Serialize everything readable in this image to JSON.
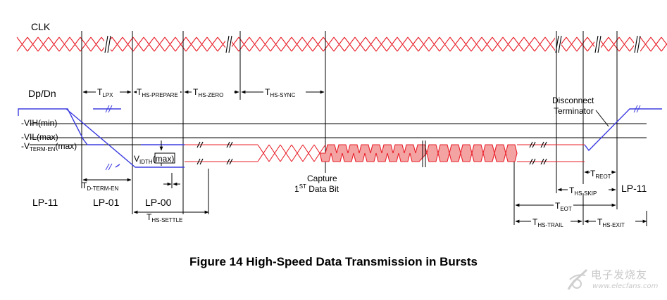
{
  "signals": {
    "clk": "CLK",
    "dp_dn": "Dp/Dn"
  },
  "levels": {
    "vih_min": "VIH(min)",
    "vil_max": "VIL(max)",
    "vterm_main": "V",
    "vterm_sub": "TERM-EN",
    "vterm_suffix": "(max)"
  },
  "timings": {
    "t": "T",
    "lpx": "LPX",
    "hs_prepare": "HS-PREPARE",
    "hs_zero": "HS-ZERO",
    "hs_sync": "HS-SYNC",
    "d_term_en": "D-TERM-EN",
    "hs_settle": "HS-SETTLE",
    "reot": "REOT",
    "hs_skip": "HS-SKIP",
    "eot": "EOT",
    "hs_trail": "HS-TRAIL",
    "hs_exit": "HS-EXIT"
  },
  "vidth": {
    "main": "V",
    "sub": "IDTH",
    "suffix": "(max)"
  },
  "states": {
    "lp11_left": "LP-11",
    "lp01": "LP-01",
    "lp00": "LP-00",
    "lp11_right": "LP-11"
  },
  "capture": {
    "line1": "Capture",
    "ordinal_num": "1",
    "ordinal_sup": "ST",
    "line2_rest": "Data Bit"
  },
  "disconnect": {
    "line1": "Disconnect",
    "line2": "Terminator"
  },
  "caption": "Figure 14 High-Speed Data Transmission in Bursts",
  "watermark": {
    "cn": "电子发烧友",
    "url": "www.elecfans.com"
  },
  "colors": {
    "clk": "#e8202a",
    "hs_data": "#e8202a",
    "burst_fill": "#f4a3a3",
    "lp_line": "#3d3de0"
  }
}
